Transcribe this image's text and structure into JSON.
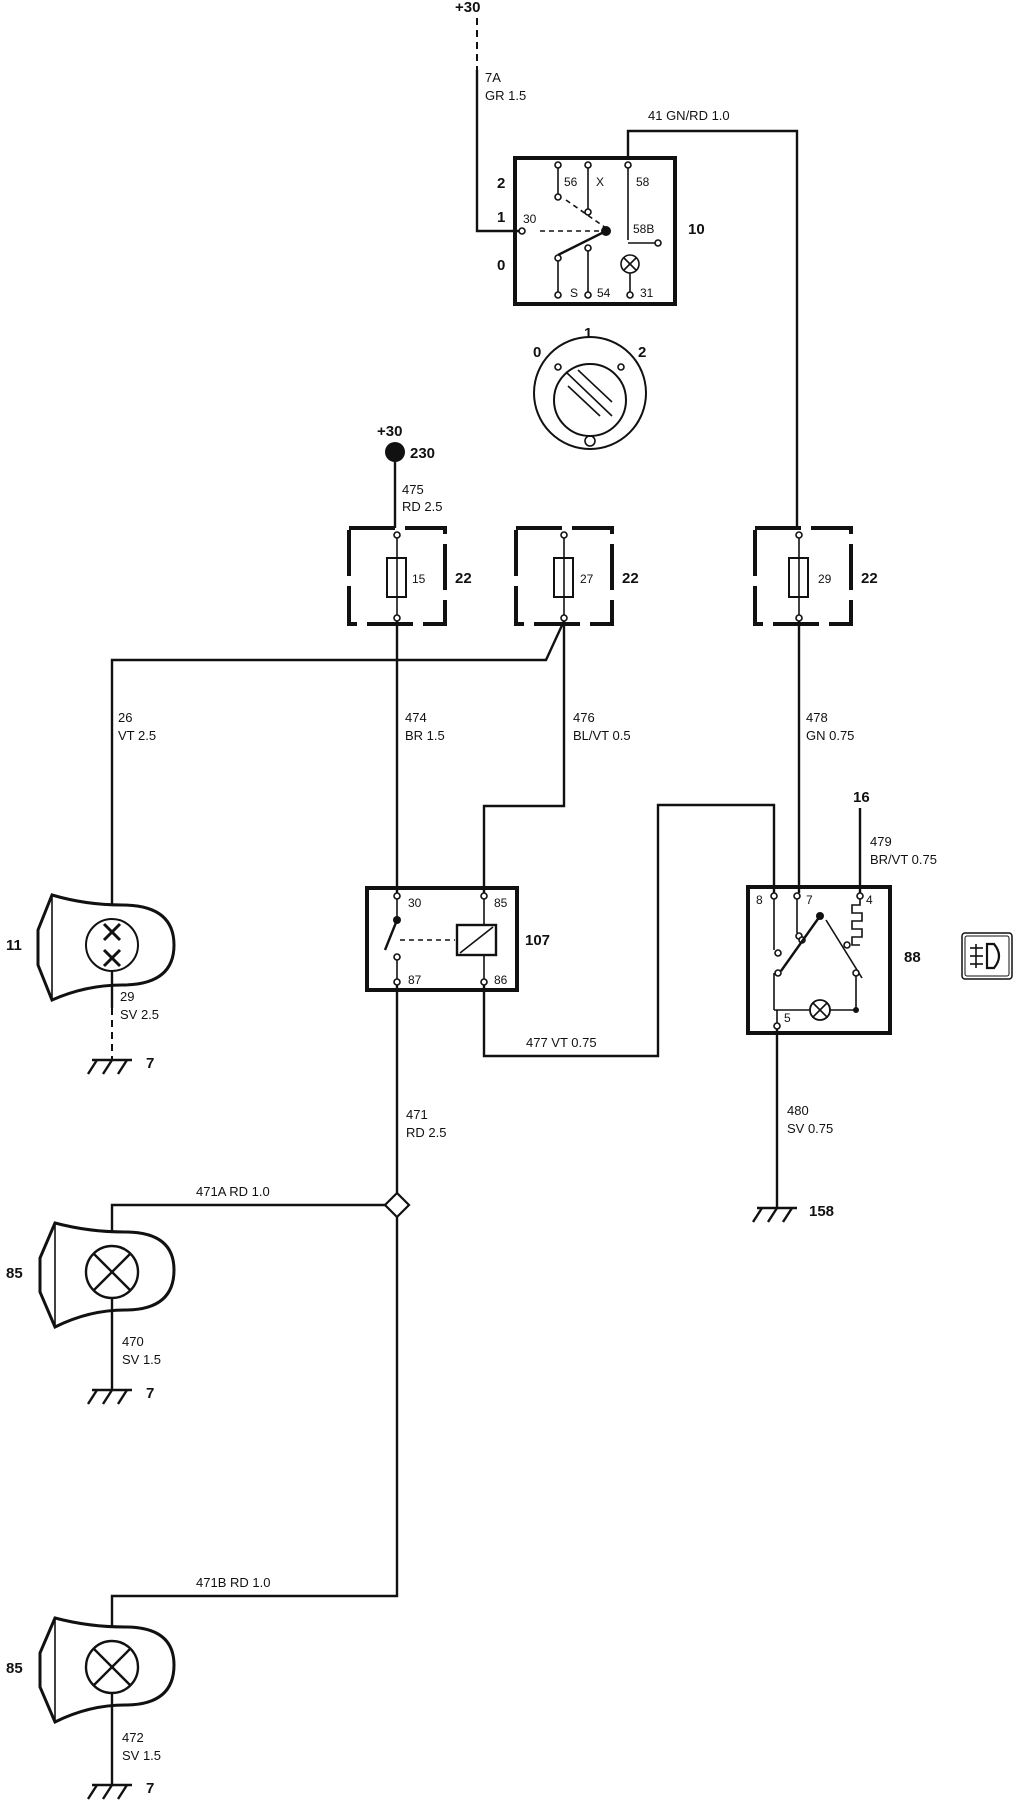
{
  "supply": {
    "top": "+30",
    "mid": "+30",
    "mid_ref": "230"
  },
  "wires": {
    "w7a": [
      "7A",
      "GR 1.5"
    ],
    "w41": "41 GN/RD 1.0",
    "w475": [
      "475",
      "RD 2.5"
    ],
    "w26": [
      "26",
      "VT 2.5"
    ],
    "w474": [
      "474",
      "BR 1.5"
    ],
    "w476": [
      "476",
      "BL/VT 0.5"
    ],
    "w478": [
      "478",
      "GN 0.75"
    ],
    "w479": [
      "479",
      "BR/VT 0.75"
    ],
    "w29": [
      "29",
      "SV 2.5"
    ],
    "w477": "477 VT 0.75",
    "w471": [
      "471",
      "RD 2.5"
    ],
    "w480": [
      "480",
      "SV 0.75"
    ],
    "w471a": "471A RD 1.0",
    "w470": [
      "470",
      "SV 1.5"
    ],
    "w471b": "471B RD 1.0",
    "w472": [
      "472",
      "SV 1.5"
    ]
  },
  "switch10": {
    "ref": "10",
    "positions": [
      "2",
      "1",
      "0"
    ],
    "pins": [
      "56",
      "X",
      "58",
      "30",
      "58B",
      "S",
      "54",
      "31"
    ],
    "knob_positions": [
      "0",
      "1",
      "2"
    ]
  },
  "fuses": [
    {
      "pin": "15",
      "ref": "22"
    },
    {
      "pin": "27",
      "ref": "22"
    },
    {
      "pin": "29",
      "ref": "22"
    }
  ],
  "relay107": {
    "ref": "107",
    "pins": [
      "30",
      "85",
      "87",
      "86"
    ]
  },
  "switch88": {
    "ref": "88",
    "pins": [
      "8",
      "7",
      "4",
      "5"
    ],
    "feed": "16"
  },
  "lamps": {
    "l11": "11",
    "l85a": "85",
    "l85b": "85"
  },
  "grounds": {
    "g1": "7",
    "g2": "7",
    "g3": "7",
    "g158": "158"
  }
}
